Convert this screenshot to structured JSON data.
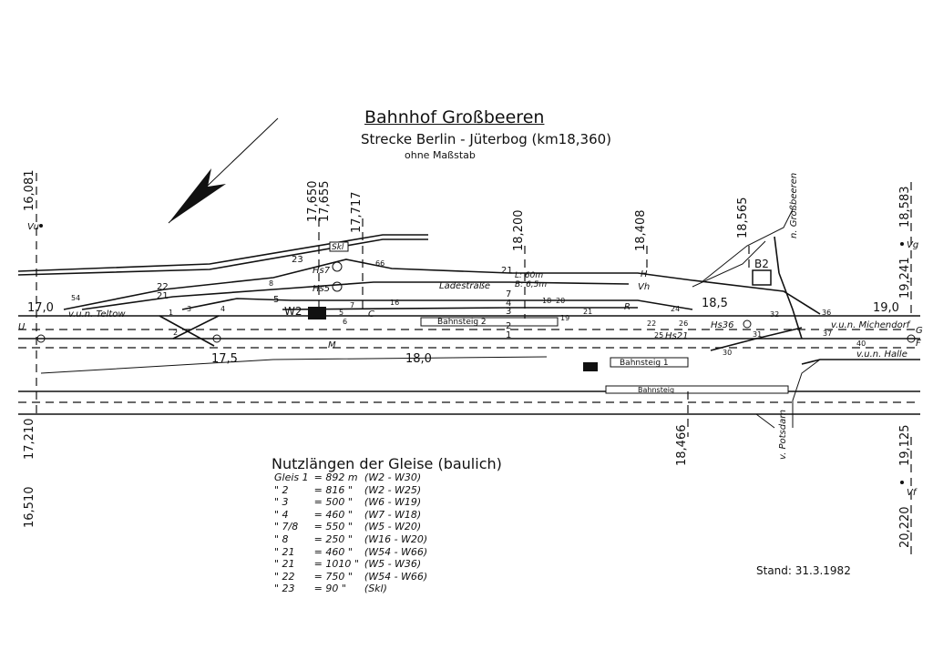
{
  "title": "Bahnhof Großbeeren",
  "subtitle": "Strecke Berlin - Jüterbog (km18,360)",
  "scale_note": "ohne Maßstab",
  "stand": "Stand: 31.3.1982",
  "nutzlaengen": {
    "title": "Nutzlängen der Gleise (baulich)",
    "rows": [
      {
        "gleis": "Gleis 1",
        "laenge": "= 892 m",
        "bereich": "(W2 - W30)"
      },
      {
        "gleis": "\" 2",
        "laenge": "= 816 \"",
        "bereich": "(W2 - W25)"
      },
      {
        "gleis": "\" 3",
        "laenge": "= 500 \"",
        "bereich": "(W6 - W19)"
      },
      {
        "gleis": "\" 4",
        "laenge": "= 460 \"",
        "bereich": "(W7 - W18)"
      },
      {
        "gleis": "\" 7/8",
        "laenge": "= 550 \"",
        "bereich": "(W5 - W20)"
      },
      {
        "gleis": "\" 8",
        "laenge": "= 250 \"",
        "bereich": "(W16 - W20)"
      },
      {
        "gleis": "\" 21",
        "laenge": "= 460 \"",
        "bereich": "(W54 - W66)"
      },
      {
        "gleis": "\" 21",
        "laenge": "= 1010 \"",
        "bereich": "(W5 - W36)"
      },
      {
        "gleis": "\" 22",
        "laenge": "= 750 \"",
        "bereich": "(W54 - W66)"
      },
      {
        "gleis": "\" 23",
        "laenge": "= 90 \"",
        "bereich": "(Skl)"
      }
    ]
  },
  "km_marks": {
    "k16081": "16,081",
    "k17650": "17,650",
    "k17655": "17,655",
    "k17717": "17,717",
    "k18200": "18,200",
    "k18408": "18,408",
    "k18565": "18,565",
    "k18583": "18,583",
    "k19241": "19,241",
    "k17210": "17,210",
    "k16510": "16,510",
    "k18466": "18,466",
    "k19125": "19,125",
    "k20220": "20,220",
    "k170": "17,0",
    "k175": "17,5",
    "k180": "18,0",
    "k185": "18,5",
    "k190": "19,0"
  },
  "signals": {
    "vu": "Vu",
    "vg": "Vg",
    "u": "U",
    "g": "G",
    "f": "F",
    "vf": "Vf",
    "h": "H",
    "vh": "Vh",
    "hs7": "Hs7",
    "hs5": "Hs5",
    "hs36": "Hs36",
    "hs21": "Hs21",
    "m": "M",
    "c": "C",
    "r": "R"
  },
  "directions": {
    "teltow": "v.u.n. Teltow",
    "michendorf": "v.u.n. Michendorf",
    "halle": "v.u.n. Halle",
    "grossbeeren": "n. Großbeeren",
    "potsdam": "v. Potsdam"
  },
  "labels": {
    "w2": "W2",
    "b2": "B2",
    "skl": "Skl",
    "ladestrasse": "Ladestraße",
    "bahnsteig2": "Bahnsteig 2",
    "bahnsteig1": "Bahnsteig 1",
    "bahnsteig": "Bahnsteig",
    "len": "L: 60m",
    "bre": "B: 6,5m"
  },
  "tracks": {
    "t1": "1",
    "t2": "2",
    "t3": "3",
    "t4": "4",
    "t5": "5",
    "t7": "7",
    "t21a": "21",
    "t21b": "21",
    "t22": "22",
    "t23": "23"
  },
  "switches": {
    "w1": "1",
    "w2": "2",
    "w3": "3",
    "w4": "4",
    "w5": "5",
    "w6": "6",
    "w7": "7",
    "w8": "8",
    "w16": "16",
    "w18": "18",
    "w19": "19",
    "w20": "20",
    "w21": "21",
    "w22": "22",
    "w24": "24",
    "w25": "25",
    "w26": "26",
    "w30": "30",
    "w31": "31",
    "w32": "32",
    "w36": "36",
    "w37": "37",
    "w40": "40",
    "w54": "54",
    "w66": "66"
  }
}
